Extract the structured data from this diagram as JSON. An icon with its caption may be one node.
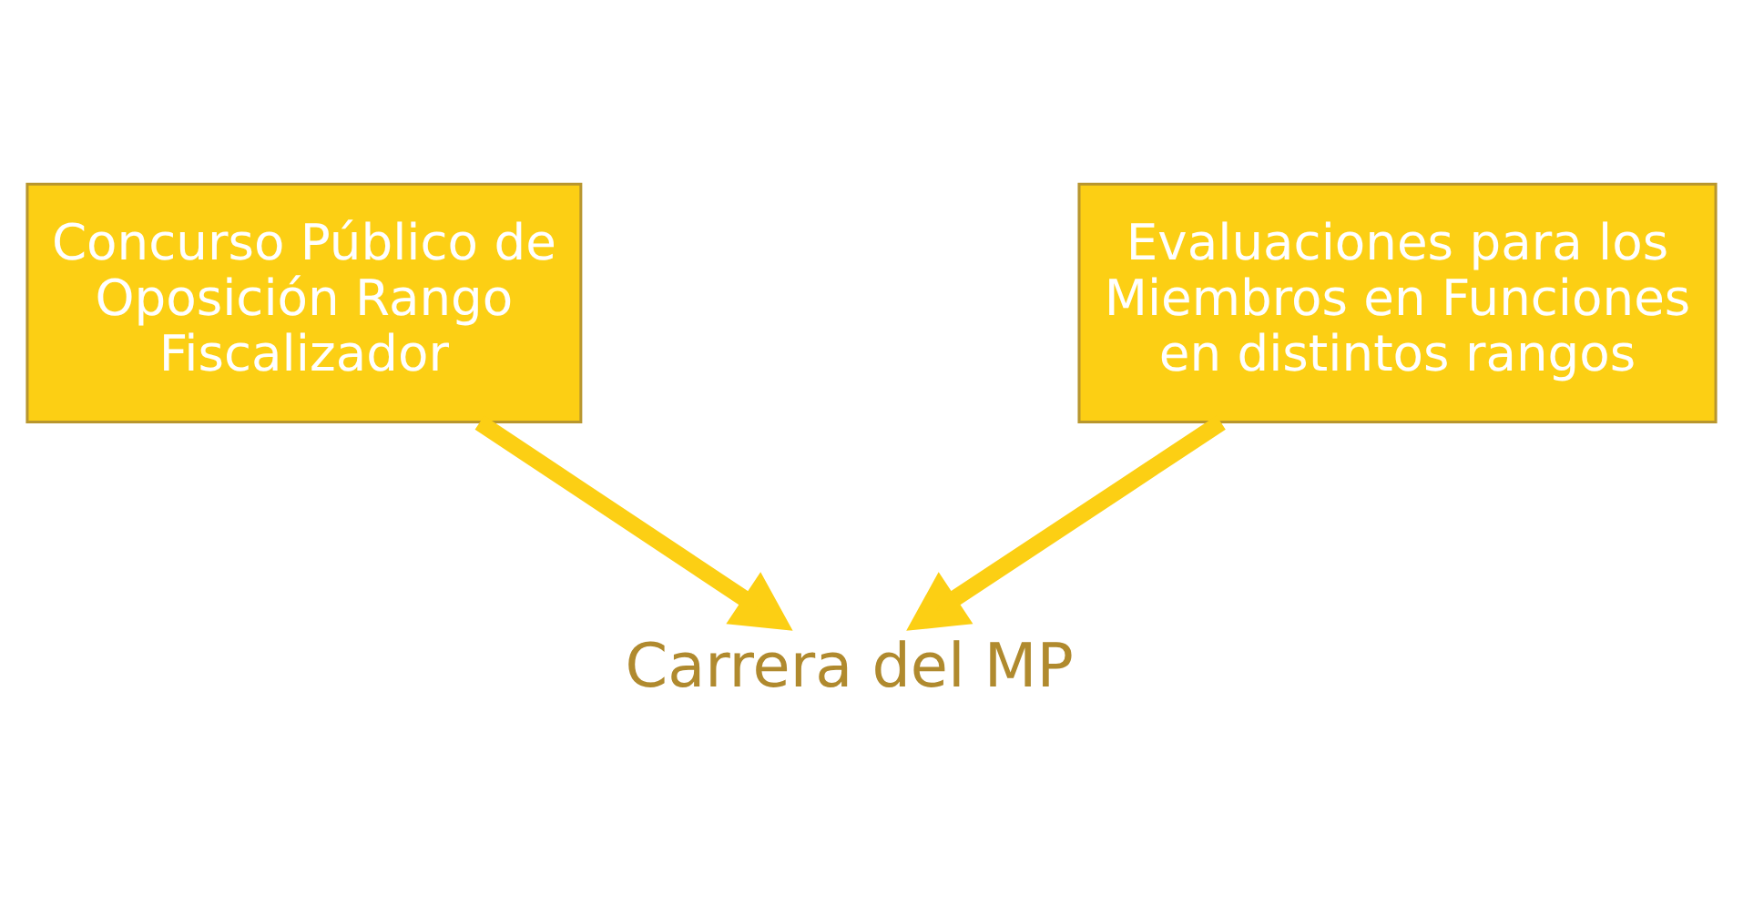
{
  "diagram": {
    "nodes": [
      {
        "text": [
          "Concurso Público de Oposición Rango Fiscalizador"
        ]
      },
      {
        "text": [
          "Evaluaciones para los Miembros en Funciones en distintos rangos"
        ]
      },
      {
        "text": [
          "Carrera del MP"
        ]
      }
    ],
    "edges": [
      {
        "from": 0,
        "to": 2,
        "arrow": "to"
      },
      {
        "from": 1,
        "to": 2,
        "arrow": "to"
      }
    ]
  }
}
